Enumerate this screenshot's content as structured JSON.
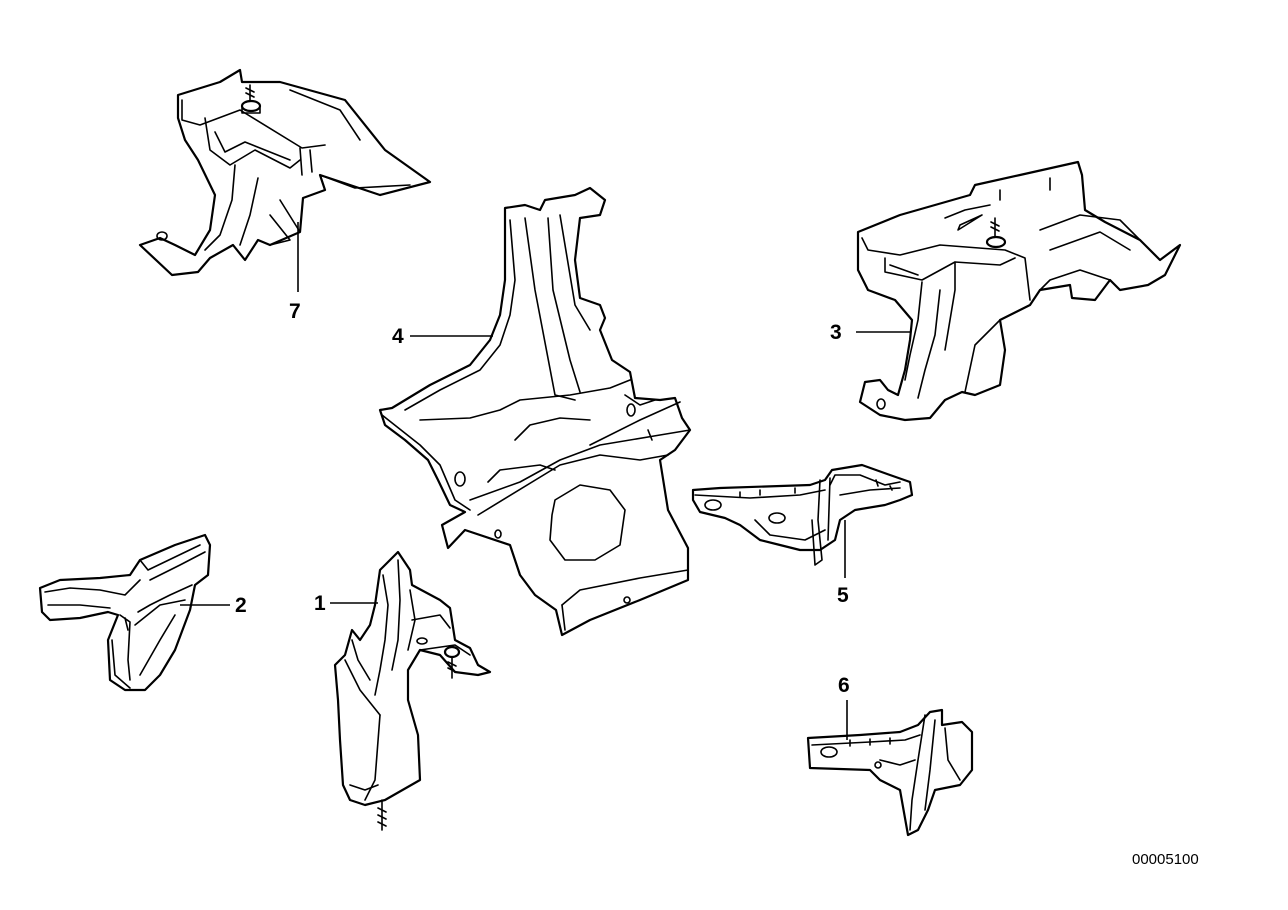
{
  "callouts": {
    "c1": "1",
    "c2": "2",
    "c3": "3",
    "c4": "4",
    "c5": "5",
    "c6": "6",
    "c7": "7"
  },
  "document_number": "00005100",
  "colors": {
    "line": "#000000",
    "background": "#ffffff"
  }
}
